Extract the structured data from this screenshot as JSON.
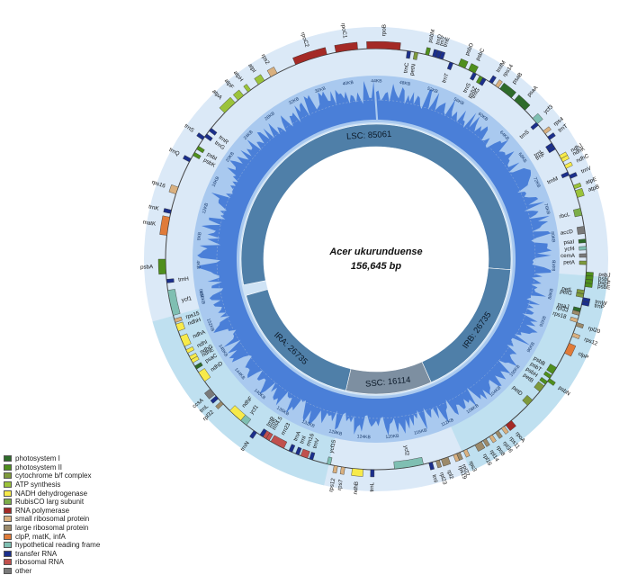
{
  "genome": {
    "name": "Acer ukurunduense",
    "length_label": "156,645 bp",
    "length_bp": 156645,
    "regions": [
      {
        "key": "LSC",
        "label": "LSC: 85061",
        "length": 85061
      },
      {
        "key": "IRB",
        "label": "IRB: 26735",
        "length": 26735
      },
      {
        "key": "SSC",
        "label": "SSC: 16114",
        "length": 16114
      },
      {
        "key": "IRA",
        "label": "IRA: 26735",
        "length": 26735
      }
    ]
  },
  "colors": {
    "photosystem_I": "#2e6b2a",
    "photosystem_II": "#4f8f1d",
    "cytochrome": "#7e9a3c",
    "atp": "#9bc33a",
    "ndh": "#f7ea4a",
    "rubisco": "#7cae4a",
    "rna_pol": "#a42a26",
    "ribosomal_small": "#d9b07f",
    "ribosomal_large": "#9c8a6a",
    "clp": "#e07b39",
    "ycf": "#7fbfb2",
    "trna": "#1b2f8c",
    "rrna": "#c0504d",
    "other": "#7a7a7a",
    "ring_light": "#dbe9f7",
    "ring_ir": "#bfe0f0",
    "gc_blue": "#4a7fd8",
    "inner_dark": "#4f7fa8",
    "ssc_grey": "#7d8fa1"
  },
  "legend": [
    {
      "label": "photosystem I",
      "color": "#2e6b2a"
    },
    {
      "label": "photosystem II",
      "color": "#4f8f1d"
    },
    {
      "label": "cytochrome b/f complex",
      "color": "#7e9a3c"
    },
    {
      "label": "ATP synthesis",
      "color": "#9bc33a"
    },
    {
      "label": "NADH dehydrogenase",
      "color": "#f7ea4a"
    },
    {
      "label": "RubisCO larg subunit",
      "color": "#7cae4a"
    },
    {
      "label": "RNA polymerase",
      "color": "#a42a26"
    },
    {
      "label": "small ribosomal protein",
      "color": "#d9b07f"
    },
    {
      "label": "large ribosomal protein",
      "color": "#9c8a6a"
    },
    {
      "label": "clpP, matK, infA",
      "color": "#e07b39"
    },
    {
      "label": "hypothetical reading frame",
      "color": "#7fbfb2"
    },
    {
      "label": "transfer RNA",
      "color": "#1b2f8c"
    },
    {
      "label": "ribosomal RNA",
      "color": "#c0504d"
    },
    {
      "label": "other",
      "color": "#7a7a7a"
    }
  ],
  "kb_ticks": [
    "0KB",
    "4KB",
    "8KB",
    "12KB",
    "16KB",
    "20KB",
    "24KB",
    "28KB",
    "32KB",
    "36KB",
    "40KB",
    "44KB",
    "48KB",
    "52KB",
    "56KB",
    "60KB",
    "64KB",
    "68KB",
    "72KB",
    "76KB",
    "80KB",
    "84KB",
    "88KB",
    "92KB",
    "96KB",
    "100KB",
    "104KB",
    "108KB",
    "112KB",
    "116KB",
    "120KB",
    "124KB",
    "128KB",
    "132KB",
    "136KB",
    "140KB",
    "144KB",
    "148KB",
    "152KB",
    "156KB"
  ],
  "genes": [
    {
      "name": "psbA",
      "angle": 268,
      "span": 4,
      "side": "out",
      "group": "photosystem_II"
    },
    {
      "name": "trnH",
      "angle": 264,
      "span": 1,
      "side": "in",
      "group": "trna"
    },
    {
      "name": "matK",
      "angle": 279,
      "span": 5,
      "side": "out",
      "group": "clp"
    },
    {
      "name": "trnK",
      "angle": 283,
      "span": 1,
      "side": "out",
      "group": "trna"
    },
    {
      "name": "rps16",
      "angle": 289,
      "span": 2,
      "side": "out",
      "group": "ribosomal_small"
    },
    {
      "name": "trnQ",
      "angle": 298,
      "span": 1,
      "side": "out",
      "group": "trna"
    },
    {
      "name": "psbK",
      "angle": 300,
      "span": 1,
      "side": "in",
      "group": "photosystem_II"
    },
    {
      "name": "psbI",
      "angle": 302,
      "span": 1,
      "side": "in",
      "group": "photosystem_II"
    },
    {
      "name": "trnS",
      "angle": 305,
      "span": 1,
      "side": "out",
      "group": "trna"
    },
    {
      "name": "trnG",
      "angle": 306,
      "span": 1,
      "side": "in",
      "group": "trna"
    },
    {
      "name": "trnR",
      "angle": 308,
      "span": 1,
      "side": "in",
      "group": "trna"
    },
    {
      "name": "atpA",
      "angle": 316,
      "span": 4,
      "side": "out",
      "group": "atp"
    },
    {
      "name": "atpF",
      "angle": 320,
      "span": 2,
      "side": "out",
      "group": "atp"
    },
    {
      "name": "atpH",
      "angle": 323,
      "span": 1,
      "side": "out",
      "group": "atp"
    },
    {
      "name": "atpI",
      "angle": 327,
      "span": 2,
      "side": "out",
      "group": "atp"
    },
    {
      "name": "rps2",
      "angle": 331,
      "span": 2,
      "side": "out",
      "group": "ribosomal_small"
    },
    {
      "name": "rpoC2",
      "angle": 342,
      "span": 9,
      "side": "out",
      "group": "rna_pol"
    },
    {
      "name": "rpoC1",
      "angle": 352,
      "span": 6,
      "side": "out",
      "group": "rna_pol"
    },
    {
      "name": "rpoB",
      "angle": 362,
      "span": 9,
      "side": "out",
      "group": "rna_pol"
    },
    {
      "name": "trnC",
      "angle": 9,
      "span": 1,
      "side": "in",
      "group": "trna"
    },
    {
      "name": "petN",
      "angle": 11,
      "span": 1,
      "side": "in",
      "group": "cytochrome"
    },
    {
      "name": "psbM",
      "angle": 14,
      "span": 1,
      "side": "out",
      "group": "photosystem_II"
    },
    {
      "name": "trnD",
      "angle": 16,
      "span": 1,
      "side": "out",
      "group": "trna"
    },
    {
      "name": "trnY",
      "angle": 17,
      "span": 1,
      "side": "out",
      "group": "trna"
    },
    {
      "name": "trnE",
      "angle": 18,
      "span": 1,
      "side": "out",
      "group": "trna"
    },
    {
      "name": "trnT",
      "angle": 21,
      "span": 1,
      "side": "in",
      "group": "trna"
    },
    {
      "name": "psbD",
      "angle": 24,
      "span": 2,
      "side": "out",
      "group": "photosystem_II"
    },
    {
      "name": "psbC",
      "angle": 27,
      "span": 2,
      "side": "out",
      "group": "photosystem_II"
    },
    {
      "name": "trnS",
      "angle": 28,
      "span": 1,
      "side": "in",
      "group": "trna"
    },
    {
      "name": "psbZ",
      "angle": 30,
      "span": 1,
      "side": "in",
      "group": "photosystem_II"
    },
    {
      "name": "trnG",
      "angle": 31,
      "span": 1,
      "side": "in",
      "group": "trna"
    },
    {
      "name": "trnfM",
      "angle": 33,
      "span": 1,
      "side": "out",
      "group": "trna"
    },
    {
      "name": "rps14",
      "angle": 35,
      "span": 1,
      "side": "out",
      "group": "ribosomal_small"
    },
    {
      "name": "psaB",
      "angle": 38,
      "span": 4,
      "side": "out",
      "group": "photosystem_I"
    },
    {
      "name": "psaA",
      "angle": 43,
      "span": 4,
      "side": "out",
      "group": "photosystem_I"
    },
    {
      "name": "ycf3",
      "angle": 49,
      "span": 2,
      "side": "out",
      "group": "ycf"
    },
    {
      "name": "trnS",
      "angle": 50,
      "span": 1,
      "side": "in",
      "group": "trna"
    },
    {
      "name": "rps4",
      "angle": 53,
      "span": 1,
      "side": "out",
      "group": "ribosomal_small"
    },
    {
      "name": "trnT",
      "angle": 55,
      "span": 1,
      "side": "out",
      "group": "trna"
    },
    {
      "name": "trnL",
      "angle": 57,
      "span": 1,
      "side": "in",
      "group": "trna"
    },
    {
      "name": "trnF",
      "angle": 58,
      "span": 1,
      "side": "in",
      "group": "trna"
    },
    {
      "name": "ndhJ",
      "angle": 61,
      "span": 1,
      "side": "out",
      "group": "ndh"
    },
    {
      "name": "ndhK",
      "angle": 62,
      "span": 1,
      "side": "out",
      "group": "ndh"
    },
    {
      "name": "ndhC",
      "angle": 64,
      "span": 1,
      "side": "out",
      "group": "ndh"
    },
    {
      "name": "trnM",
      "angle": 66,
      "span": 1,
      "side": "in",
      "group": "trna"
    },
    {
      "name": "trnV",
      "angle": 67,
      "span": 1,
      "side": "out",
      "group": "trna"
    },
    {
      "name": "atpE",
      "angle": 70,
      "span": 1,
      "side": "out",
      "group": "atp"
    },
    {
      "name": "atpB",
      "angle": 72,
      "span": 2,
      "side": "out",
      "group": "atp"
    },
    {
      "name": "rbcL",
      "angle": 77,
      "span": 2,
      "side": "in",
      "group": "rubisco"
    },
    {
      "name": "accD",
      "angle": 82,
      "span": 2,
      "side": "in",
      "group": "other"
    },
    {
      "name": "psaI",
      "angle": 85,
      "span": 1,
      "side": "in",
      "group": "photosystem_I"
    },
    {
      "name": "ycf4",
      "angle": 87,
      "span": 1,
      "side": "in",
      "group": "ycf"
    },
    {
      "name": "cemA",
      "angle": 89,
      "span": 1,
      "side": "in",
      "group": "other"
    },
    {
      "name": "petA",
      "angle": 91,
      "span": 1,
      "side": "in",
      "group": "cytochrome"
    },
    {
      "name": "psbJ",
      "angle": 94,
      "span": 1,
      "side": "out",
      "group": "photosystem_II"
    },
    {
      "name": "psbL",
      "angle": 95,
      "span": 1,
      "side": "out",
      "group": "photosystem_II"
    },
    {
      "name": "psbF",
      "angle": 96,
      "span": 1,
      "side": "out",
      "group": "photosystem_II"
    },
    {
      "name": "psbE",
      "angle": 97,
      "span": 1,
      "side": "out",
      "group": "photosystem_II"
    },
    {
      "name": "petL",
      "angle": 99,
      "span": 1,
      "side": "in",
      "group": "cytochrome"
    },
    {
      "name": "petG",
      "angle": 100,
      "span": 1,
      "side": "in",
      "group": "cytochrome"
    },
    {
      "name": "trnW",
      "angle": 101,
      "span": 1,
      "side": "out",
      "group": "trna"
    },
    {
      "name": "trnP",
      "angle": 102,
      "span": 1,
      "side": "out",
      "group": "trna"
    },
    {
      "name": "psaJ",
      "angle": 104,
      "span": 1,
      "side": "in",
      "group": "photosystem_I"
    },
    {
      "name": "rpl33",
      "angle": 105,
      "span": 1,
      "side": "in",
      "group": "ribosomal_large"
    },
    {
      "name": "rps18",
      "angle": 107,
      "span": 1,
      "side": "in",
      "group": "ribosomal_small"
    },
    {
      "name": "rpl20",
      "angle": 108,
      "span": 1,
      "side": "out",
      "group": "ribosomal_large"
    },
    {
      "name": "rps12",
      "angle": 111,
      "span": 1,
      "side": "out",
      "group": "ribosomal_small"
    },
    {
      "name": "clpP",
      "angle": 115,
      "span": 3,
      "side": "out",
      "group": "clp"
    },
    {
      "name": "psbB",
      "angle": 122,
      "span": 2,
      "side": "in",
      "group": "photosystem_II"
    },
    {
      "name": "psbT",
      "angle": 124,
      "span": 1,
      "side": "in",
      "group": "photosystem_II"
    },
    {
      "name": "psbN",
      "angle": 125,
      "span": 1,
      "side": "out",
      "group": "photosystem_II"
    },
    {
      "name": "psbH",
      "angle": 126,
      "span": 1,
      "side": "in",
      "group": "photosystem_II"
    },
    {
      "name": "petB",
      "angle": 128,
      "span": 2,
      "side": "in",
      "group": "cytochrome"
    },
    {
      "name": "petD",
      "angle": 133,
      "span": 2,
      "side": "in",
      "group": "cytochrome"
    },
    {
      "name": "rpoA",
      "angle": 141,
      "span": 2,
      "side": "out",
      "group": "rna_pol"
    },
    {
      "name": "rps11",
      "angle": 143,
      "span": 1,
      "side": "out",
      "group": "ribosomal_small"
    },
    {
      "name": "rpl36",
      "angle": 145,
      "span": 1,
      "side": "out",
      "group": "ribosomal_large"
    },
    {
      "name": "rps8",
      "angle": 147,
      "span": 1,
      "side": "out",
      "group": "ribosomal_small"
    },
    {
      "name": "rpl14",
      "angle": 149,
      "span": 1,
      "side": "out",
      "group": "ribosomal_large"
    },
    {
      "name": "rpl16",
      "angle": 151,
      "span": 2,
      "side": "out",
      "group": "ribosomal_large"
    },
    {
      "name": "rps3",
      "angle": 155,
      "span": 1,
      "side": "out",
      "group": "ribosomal_small"
    },
    {
      "name": "rpl22",
      "angle": 157,
      "span": 1,
      "side": "out",
      "group": "ribosomal_large"
    },
    {
      "name": "rps19",
      "angle": 158,
      "span": 1,
      "side": "out",
      "group": "ribosomal_small"
    },
    {
      "name": "rpl2",
      "angle": 161,
      "span": 2,
      "side": "out",
      "group": "ribosomal_large"
    },
    {
      "name": "rpl23",
      "angle": 163,
      "span": 1,
      "side": "out",
      "group": "ribosomal_large"
    },
    {
      "name": "trnI",
      "angle": 165,
      "span": 1,
      "side": "out",
      "group": "trna"
    },
    {
      "name": "ycf2",
      "angle": 171,
      "span": 8,
      "side": "in",
      "group": "ycf"
    },
    {
      "name": "trnL",
      "angle": 181,
      "span": 1,
      "side": "out",
      "group": "trna"
    },
    {
      "name": "ndhB",
      "angle": 185,
      "span": 3,
      "side": "out",
      "group": "ndh"
    },
    {
      "name": "rps7",
      "angle": 189,
      "span": 1,
      "side": "out",
      "group": "ribosomal_small"
    },
    {
      "name": "rps12",
      "angle": 191,
      "span": 1,
      "side": "out",
      "group": "ribosomal_small"
    },
    {
      "name": "ycf15",
      "angle": 193,
      "span": 1,
      "side": "in",
      "group": "ycf"
    },
    {
      "name": "trnV",
      "angle": 198,
      "span": 1,
      "side": "in",
      "group": "trna"
    },
    {
      "name": "rrn16",
      "angle": 200,
      "span": 2,
      "side": "in",
      "group": "rrna"
    },
    {
      "name": "trnI",
      "angle": 202,
      "span": 1,
      "side": "in",
      "group": "trna"
    },
    {
      "name": "trnA",
      "angle": 204,
      "span": 1,
      "side": "in",
      "group": "trna"
    },
    {
      "name": "rrn23",
      "angle": 208,
      "span": 4,
      "side": "in",
      "group": "rrna"
    },
    {
      "name": "rrn4.5",
      "angle": 211,
      "span": 1,
      "side": "in",
      "group": "rrna"
    },
    {
      "name": "rrn5",
      "angle": 212,
      "span": 1,
      "side": "in",
      "group": "rrna"
    },
    {
      "name": "trnR",
      "angle": 213,
      "span": 1,
      "side": "in",
      "group": "trna"
    },
    {
      "name": "trnN",
      "angle": 215,
      "span": 1,
      "side": "out",
      "group": "trna"
    },
    {
      "name": "ycf1",
      "angle": 219,
      "span": 2,
      "side": "in",
      "group": "ycf"
    },
    {
      "name": "ndhF",
      "angle": 222,
      "span": 4,
      "side": "in",
      "group": "ndh"
    },
    {
      "name": "rpl32",
      "angle": 227,
      "span": 1,
      "side": "out",
      "group": "ribosomal_large"
    },
    {
      "name": "trnL",
      "angle": 229,
      "span": 1,
      "side": "out",
      "group": "trna"
    },
    {
      "name": "ccsA",
      "angle": 231,
      "span": 2,
      "side": "out",
      "group": "other"
    },
    {
      "name": "ndhD",
      "angle": 236,
      "span": 3,
      "side": "in",
      "group": "ndh"
    },
    {
      "name": "psaC",
      "angle": 239,
      "span": 1,
      "side": "in",
      "group": "photosystem_I"
    },
    {
      "name": "ndhE",
      "angle": 241,
      "span": 1,
      "side": "in",
      "group": "ndh"
    },
    {
      "name": "ndhG",
      "angle": 242,
      "span": 1,
      "side": "in",
      "group": "ndh"
    },
    {
      "name": "ndhI",
      "angle": 244,
      "span": 1,
      "side": "in",
      "group": "ndh"
    },
    {
      "name": "ndhA",
      "angle": 247,
      "span": 3,
      "side": "in",
      "group": "ndh"
    },
    {
      "name": "ndhH",
      "angle": 251,
      "span": 2,
      "side": "in",
      "group": "ndh"
    },
    {
      "name": "rps15",
      "angle": 253,
      "span": 1,
      "side": "in",
      "group": "ribosomal_small"
    },
    {
      "name": "ycf1",
      "angle": 258,
      "span": 7,
      "side": "in",
      "group": "ycf"
    }
  ]
}
